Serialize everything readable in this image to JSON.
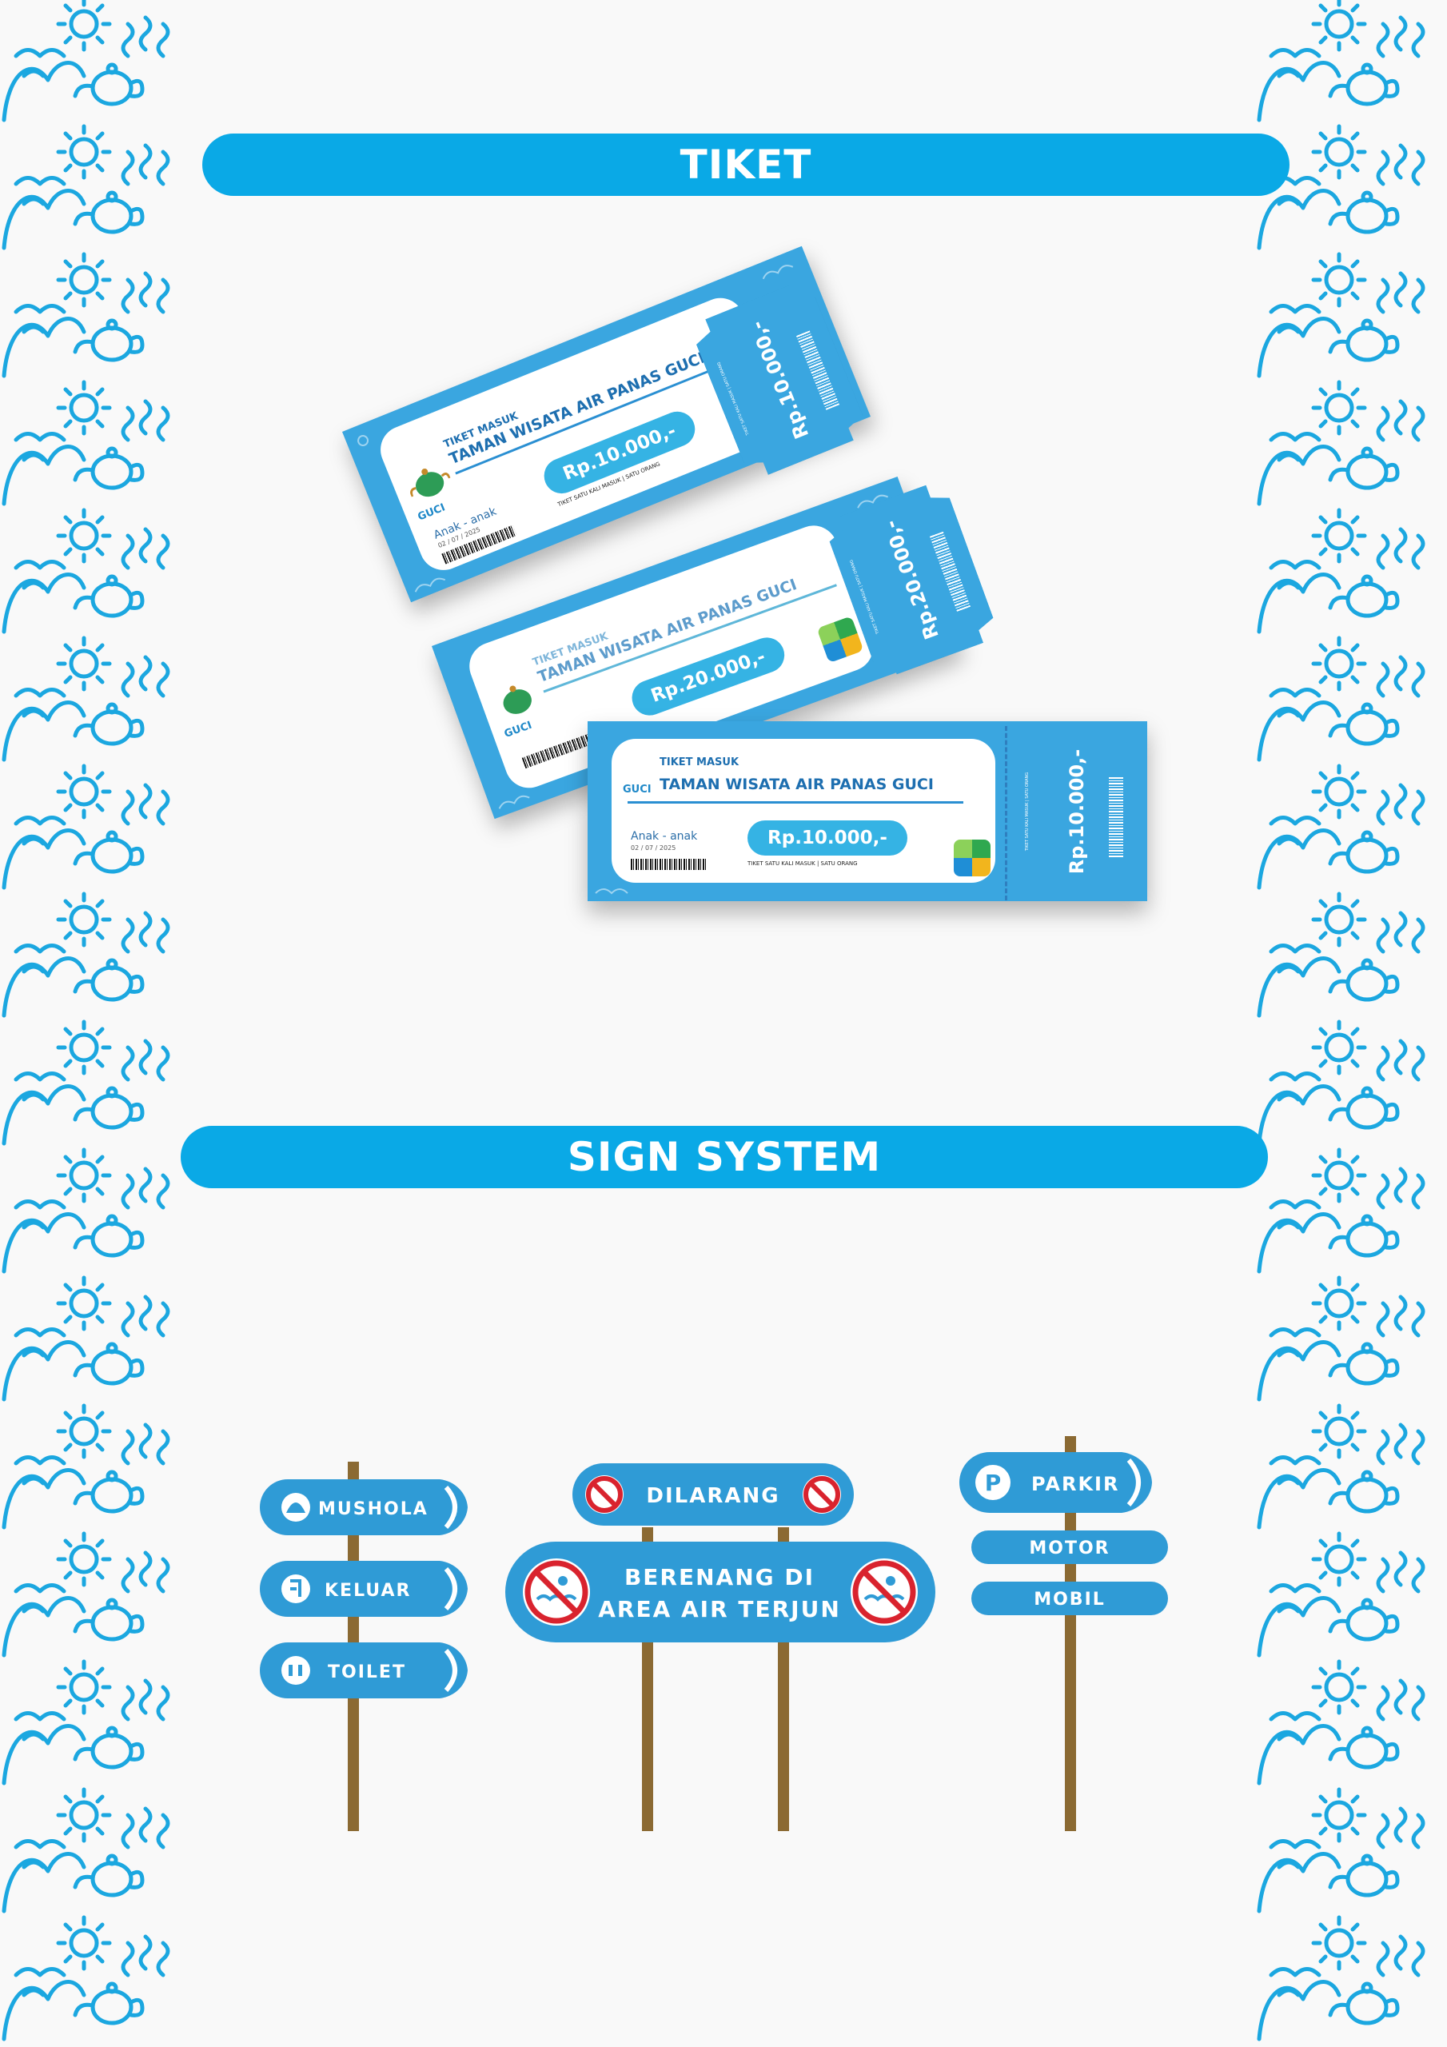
{
  "sections": {
    "ticket_title": "TIKET",
    "sign_title": "SIGN SYSTEM"
  },
  "tickets": [
    {
      "label": "TIKET MASUK",
      "name": "TAMAN WISATA AIR PANAS GUCI",
      "logo_text": "GUCI",
      "price": "Rp.10.000,-",
      "stub_price": "Rp.10.000,-",
      "stub_note": "TIKET SATU KALI MASUK | SATU ORANG",
      "note": "TIKET SATU KALI MASUK | SATU ORANG",
      "category": "Anak - anak",
      "date": "02 / 07 / 2025"
    },
    {
      "label": "TIKET MASUK",
      "name": "TAMAN WISATA AIR PANAS GUCI",
      "logo_text": "GUCI",
      "price": "Rp.20.000,-",
      "stub_price": "Rp.20.000,-",
      "stub_note": "TIKET SATU KALI MASUK | SATU ORANG",
      "note": "",
      "category": "",
      "date": ""
    },
    {
      "label": "TIKET MASUK",
      "name": "TAMAN WISATA AIR PANAS GUCI",
      "logo_text": "GUCI",
      "price": "Rp.10.000,-",
      "stub_price": "Rp.10.000,-",
      "stub_note": "TIKET SATU KALI MASUK | SATU ORANG",
      "note": "TIKET SATU KALI MASUK | SATU ORANG",
      "category": "Anak - anak",
      "date": "02 / 07 / 2025"
    }
  ],
  "signs": {
    "left": [
      "MUSHOLA",
      "KELUAR",
      "TOILET"
    ],
    "center": [
      "DILARANG",
      "BERENANG DI",
      "AREA AIR TERJUN"
    ],
    "right": [
      "PARKIR",
      "MOTOR",
      "MOBIL"
    ]
  },
  "colors": {
    "brand_blue": "#0aa9e6",
    "sign_blue": "#2f9bd6",
    "post_brown": "#8b6a33",
    "prohibit_red": "#d9232e"
  }
}
